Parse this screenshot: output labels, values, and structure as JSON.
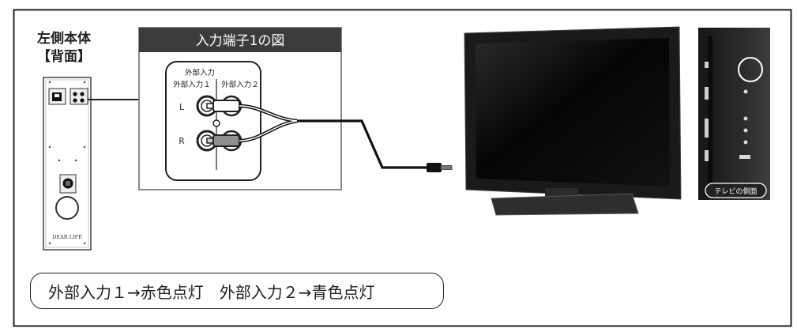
{
  "speaker": {
    "title": "左側本体",
    "subtitle": "【背面】",
    "brand": "DEAR LIFE"
  },
  "diagram": {
    "title": "入力端子1の図",
    "group_label": "外部入力",
    "input1_label": "外部入力１",
    "input2_label": "外部入力２",
    "left_label": "L",
    "right_label": "R"
  },
  "tv_side": {
    "badge": "テレビの側面"
  },
  "note": {
    "text": "外部入力１→赤色点灯　外部入力２→青色点灯"
  },
  "colors": {
    "title_bar": "#3c3c3c",
    "frame": "#222222",
    "box_border": "#8a8a8a",
    "tv_body": "#1a1a1a",
    "tv_screen": "#050505"
  },
  "icons": {
    "power_switch": "power-switch-icon",
    "speaker_terminal": "speaker-terminal-icon",
    "rca_jack": "rca-jack-icon",
    "plug": "plug-icon",
    "highlight": "highlight-circle-icon"
  }
}
